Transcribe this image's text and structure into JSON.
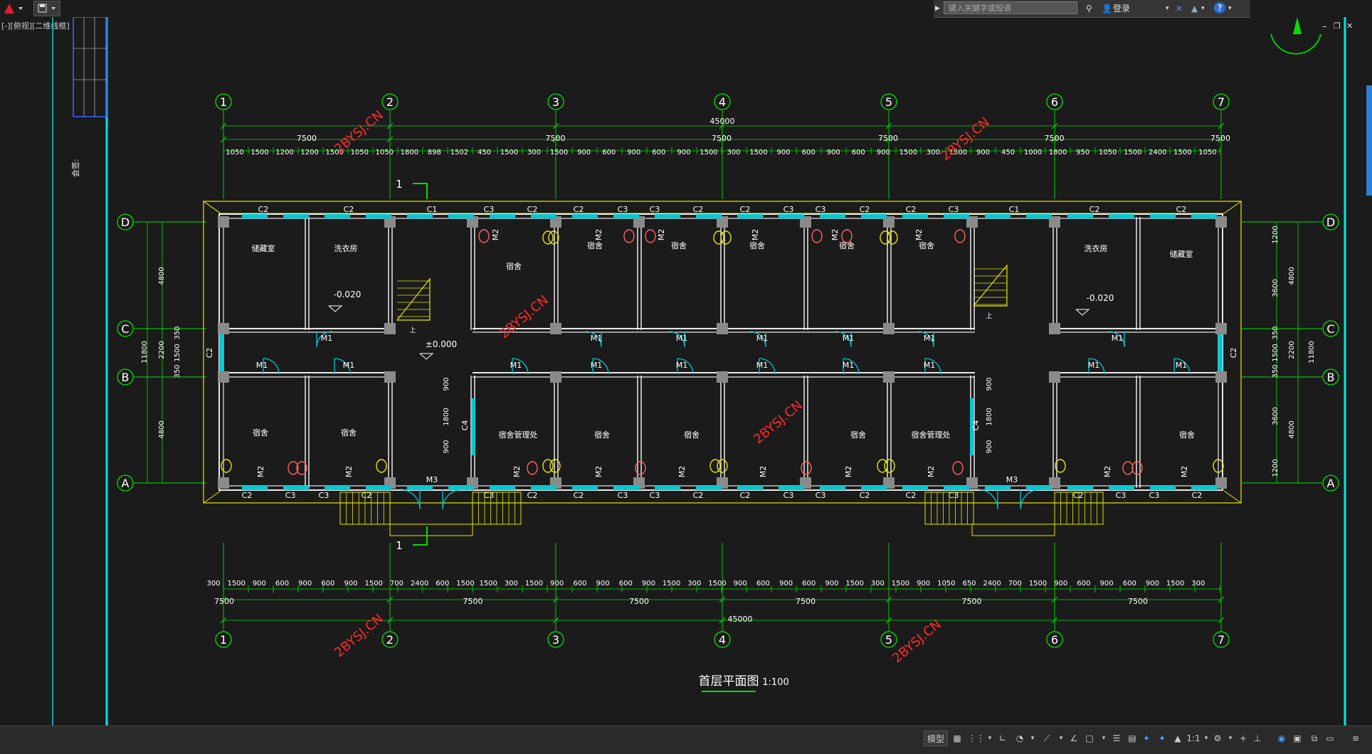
{
  "app": {
    "view_label": "[-][俯视][二维线框]",
    "search_placeholder": "键入关键字或短语",
    "login_label": "登录",
    "help_label": "?",
    "win_min": "–",
    "win_restore": "❐",
    "win_close": "✕"
  },
  "drawing": {
    "title": "首层平面图",
    "scale": "1:100",
    "axes_cols": [
      "1",
      "2",
      "3",
      "4",
      "5",
      "6",
      "7"
    ],
    "axes_rows": [
      "D",
      "C",
      "B",
      "A"
    ],
    "total_dim": "45000",
    "bay_dim": "7500",
    "top_sub_dims": [
      "1050",
      "1500",
      "1200",
      "1200",
      "1500",
      "1050",
      "1050",
      "1800",
      "898",
      "1502",
      "450",
      "1500",
      "300",
      "1500",
      "900",
      "600",
      "900",
      "600",
      "900",
      "1500",
      "300",
      "1500",
      "900",
      "600",
      "900",
      "600",
      "900",
      "1500",
      "300",
      "1500",
      "900",
      "450",
      "1000",
      "1800",
      "950",
      "1050",
      "1500",
      "2400",
      "1500",
      "1050"
    ],
    "bottom_sub_dims": [
      "300",
      "1500",
      "900",
      "600",
      "900",
      "600",
      "900",
      "1500",
      "700",
      "2400",
      "600",
      "1500",
      "1500",
      "300",
      "1500",
      "900",
      "600",
      "900",
      "600",
      "900",
      "1500",
      "300",
      "1500",
      "900",
      "600",
      "900",
      "600",
      "900",
      "1500",
      "300",
      "1500",
      "900",
      "1050",
      "650",
      "2400",
      "700",
      "1500",
      "900",
      "600",
      "900",
      "600",
      "900",
      "1500",
      "300"
    ],
    "left_dims": [
      "4800",
      "2200",
      "4800",
      "11800",
      "350",
      "1500",
      "350"
    ],
    "right_dims": [
      "1200",
      "3600",
      "4800",
      "2200",
      "11800",
      "350",
      "1500",
      "350",
      "3600",
      "4800",
      "1200"
    ],
    "corridor_dims": [
      "900",
      "1800",
      "900"
    ],
    "section_mark": "1",
    "elevation_0": "±0.000",
    "elevation_neg": "-0.020",
    "rooms": {
      "storage": "储藏室",
      "washroom": "洗衣房",
      "dorm": "宿舍",
      "manager": "宿舍管理处"
    },
    "doors": {
      "m1": "M1",
      "m2": "M2",
      "m3": "M3"
    },
    "windows": {
      "c1": "C1",
      "c2": "C2",
      "c3": "C3",
      "c4": "C4"
    },
    "watermark": "2BYSJ.CN",
    "side_label": "会签:",
    "stair_label": "上"
  },
  "statusbar": {
    "model": "模型",
    "scale": "1:1"
  },
  "colors": {
    "wall": "#e8e8e8",
    "axis": "#00e000",
    "window": "#00c8d2",
    "stair": "#e6e600",
    "watermark": "#ff2a2a",
    "column": "#8a8a8a"
  }
}
